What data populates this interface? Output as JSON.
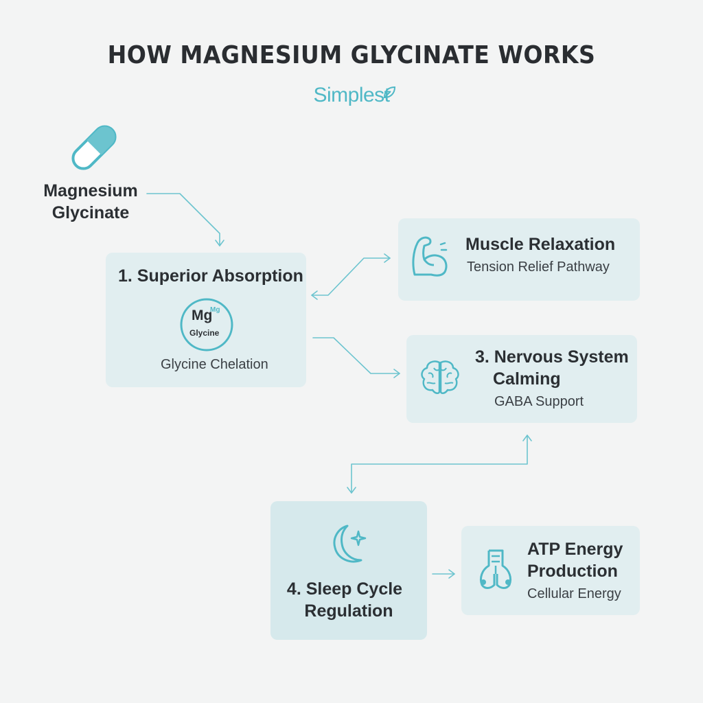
{
  "title": "HOW MAGNESIUM GLYCINATE WORKS",
  "brand": "Simplest",
  "start_node": {
    "line1": "Magnesium",
    "line2": "Glycinate",
    "icon": "capsule-icon"
  },
  "nodes": {
    "absorption": {
      "title": "1. Superior Absorption",
      "badge_main": "Mg",
      "badge_sup": "Mg",
      "badge_sub": "Glycine",
      "subtitle": "Glycine Chelation"
    },
    "muscle": {
      "title": "Muscle Relaxation",
      "subtitle": "Tension Relief Pathway",
      "icon": "flexed-arm-icon"
    },
    "nervous": {
      "title_line1": "3. Nervous System",
      "title_line2": "Calming",
      "subtitle": "GABA Support",
      "icon": "brain-icon"
    },
    "sleep": {
      "title_line1": "4. Sleep Cycle",
      "title_line2": "Regulation",
      "icon": "moon-star-icon"
    },
    "atp": {
      "title_line1": "ATP Energy",
      "title_line2": "Production",
      "subtitle": "Cellular Energy",
      "icon": "mitochondria-icon"
    }
  },
  "colors": {
    "accent": "#4fb8c6",
    "box": "#e1eef0",
    "text": "#2b2f33",
    "background": "#f3f4f4"
  }
}
